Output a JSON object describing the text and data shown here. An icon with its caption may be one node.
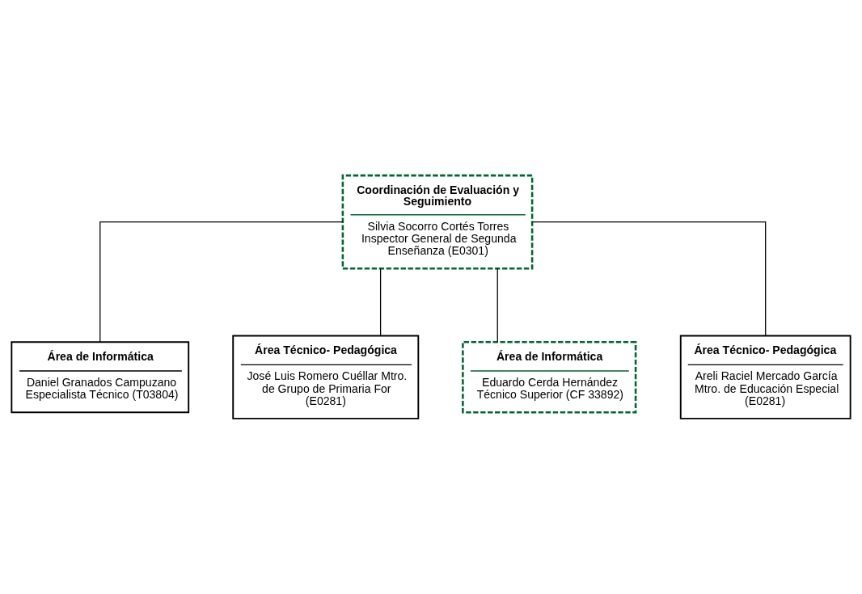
{
  "diagram": {
    "nodes": [
      {
        "text": [
          "Coordinación de Evaluación y Seguimiento",
          "Silvia Socorro Cortés Torres Inspector General de Segunda Enseñanza (E0301)"
        ]
      },
      {
        "text": [
          "Área de Informática",
          "Daniel Granados Campuzano Especialista Técnico (T03804)"
        ]
      },
      {
        "text": [
          "Área Técnico- Pedagógica",
          "José Luis Romero Cuéllar Mtro. de Grupo de Primaria For (E0281)"
        ]
      },
      {
        "text": [
          "Área de Informática",
          "Eduardo Cerda Hernández Técnico Superior (CF 33892)"
        ]
      },
      {
        "text": [
          "Área Técnico- Pedagógica",
          "Areli Raciel Mercado García Mtro. de Educación Especial (E0281)"
        ]
      }
    ],
    "edges": [
      {
        "from": 0,
        "to": 1,
        "arrow": "none"
      },
      {
        "from": 0,
        "to": 2,
        "arrow": "none"
      },
      {
        "from": 0,
        "to": 3,
        "arrow": "none"
      },
      {
        "from": 0,
        "to": 4,
        "arrow": "none"
      }
    ]
  }
}
